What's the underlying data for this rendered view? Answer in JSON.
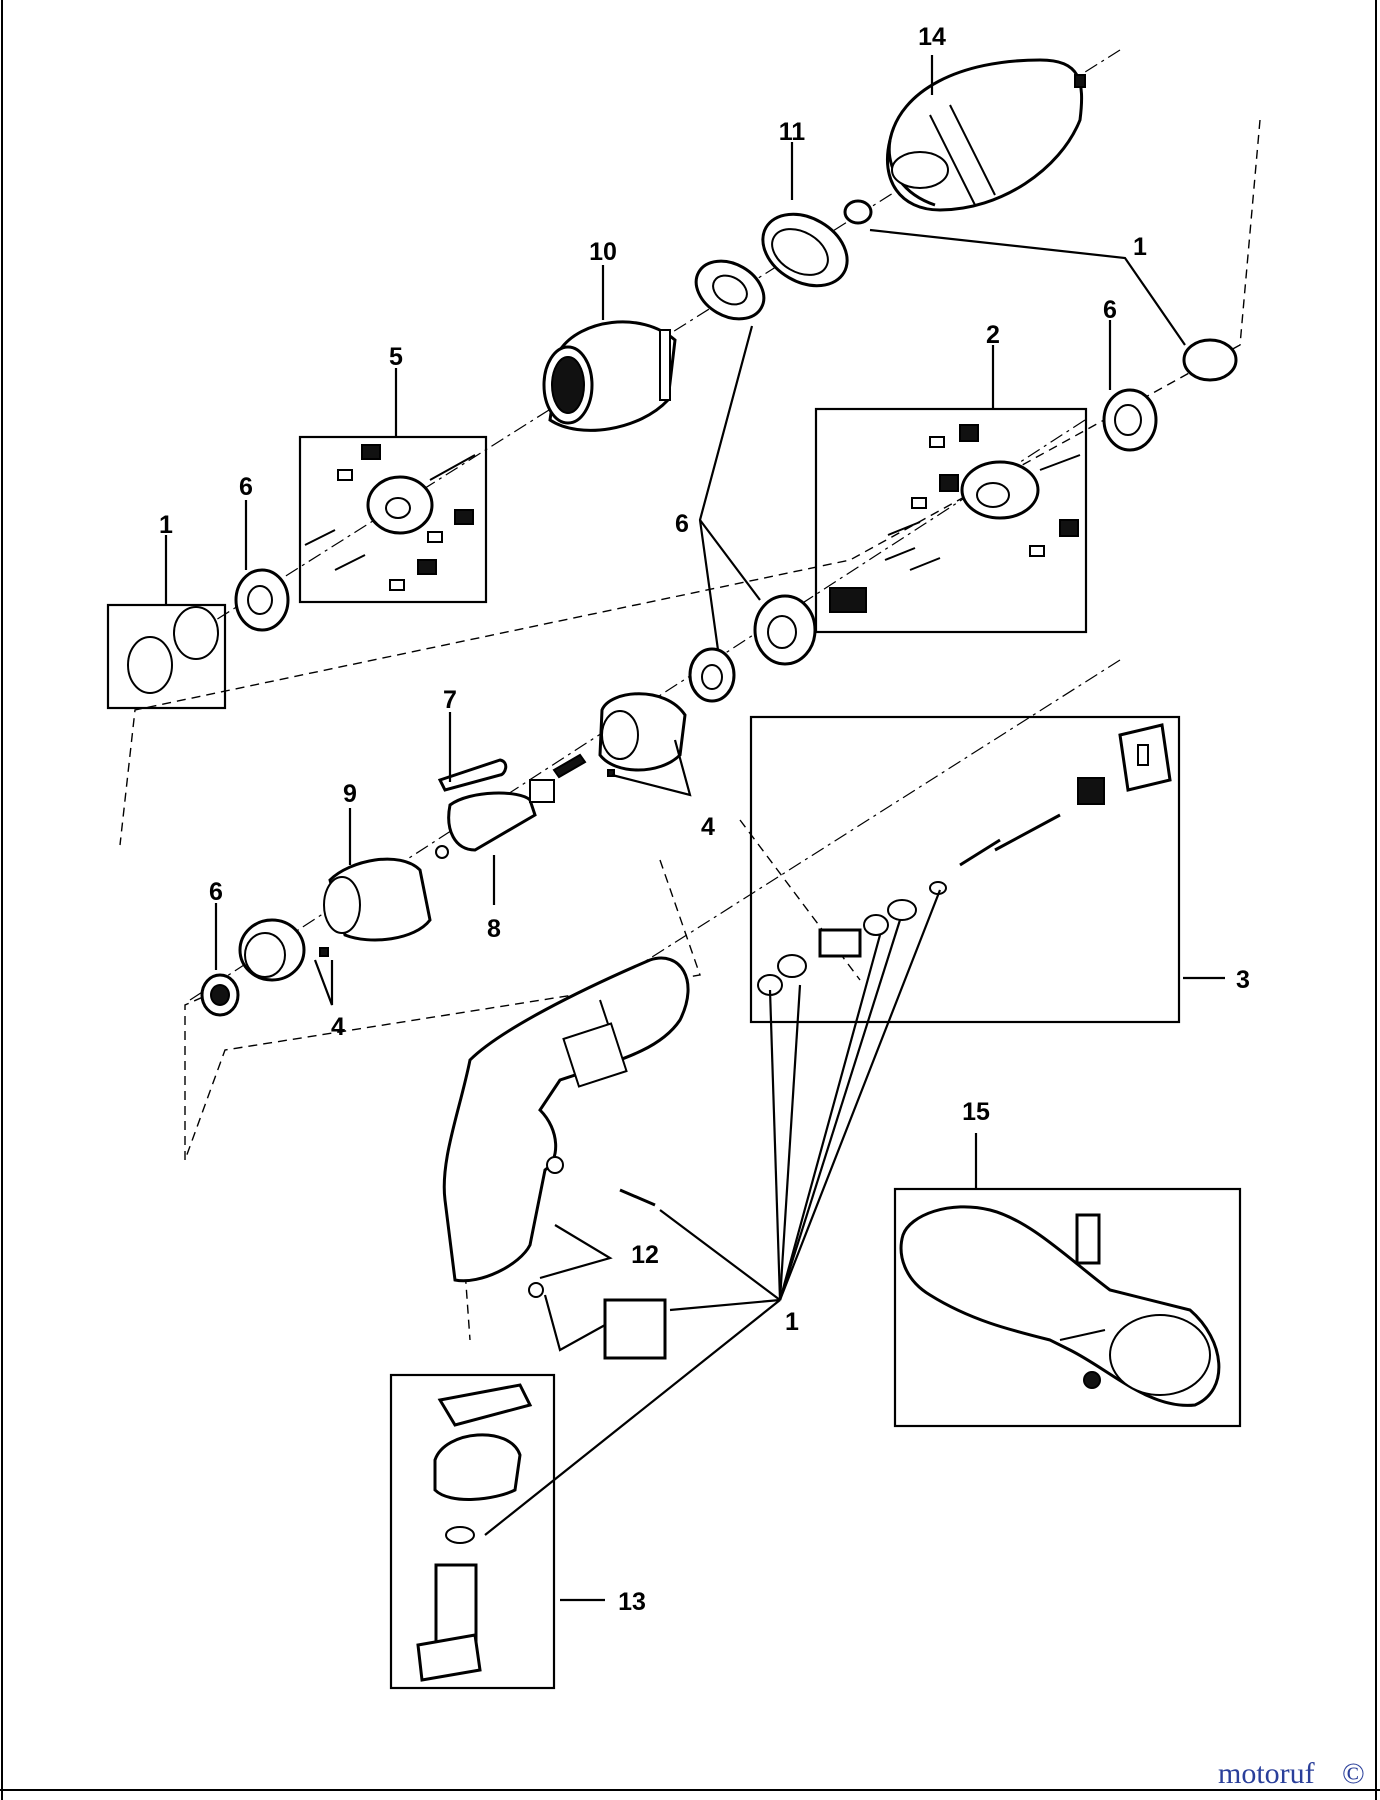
{
  "callouts": {
    "c14": "14",
    "c11": "11",
    "c10": "10",
    "c1_top": "1",
    "c6_right": "6",
    "c2": "2",
    "c5": "5",
    "c6_left": "6",
    "c1_left": "1",
    "c6_mid": "6",
    "c7": "7",
    "c9": "9",
    "c4_mid": "4",
    "c8": "8",
    "c6_low": "6",
    "c4_low": "4",
    "c3": "3",
    "c15": "15",
    "c12": "12",
    "c1_bottom": "1",
    "c13": "13"
  },
  "watermark": "motoruf",
  "copyright_symbol": "©",
  "colors": {
    "line": "#000000",
    "background": "#ffffff",
    "watermark": "#2a3f9a"
  }
}
